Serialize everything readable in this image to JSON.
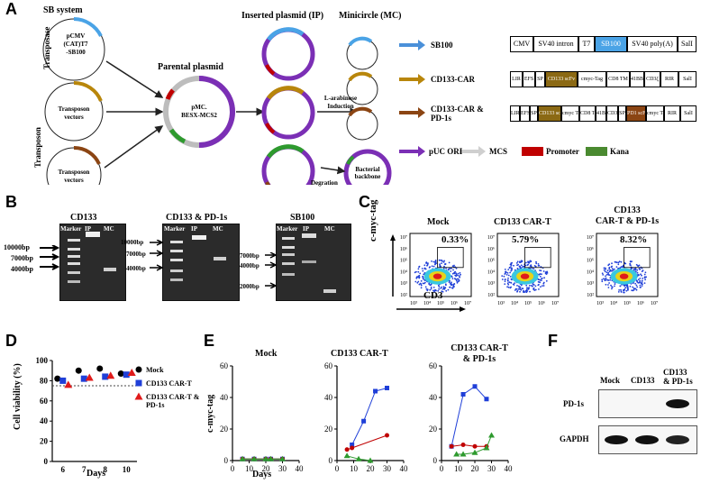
{
  "panel_letters": {
    "A": "A",
    "B": "B",
    "C": "C",
    "D": "D",
    "E": "E",
    "F": "F"
  },
  "panelA": {
    "sb_system": "SB system",
    "transposase": "Transposase",
    "transposon": "Transposon",
    "sb100_plasmid": [
      "pCMV",
      "(CAT)T7",
      "-SB100"
    ],
    "transposon_vectors": [
      "Transposon",
      "vectors"
    ],
    "parental_plasmid": "Parental plasmid",
    "parental_inner": [
      "pMC.",
      "BESX-MCS2"
    ],
    "inserted_plasmid": "Inserted plasmid (IP)",
    "minicircle": "Minicircle (MC)",
    "induction": [
      "L-arabinose",
      "Induction"
    ],
    "degration": "Degration",
    "bacterial_backbone": [
      "Bacterial",
      "backbone"
    ],
    "constructs": [
      {
        "name": "SB100",
        "color": "#4a90d9",
        "segments": [
          "CMV",
          "SV40 intron",
          "T7",
          "SB100",
          "SV40 poly(A)",
          "SalI"
        ]
      },
      {
        "name": "CD133-CAR",
        "color": "#b8860b",
        "segments": [
          "LIR",
          "EFS",
          "SP",
          "CD133 scFv",
          "cmyc-Tag",
          "CD8 TM",
          "41BB",
          "CD3ζ",
          "RIR",
          "SalI"
        ]
      },
      {
        "name": "CD133-CAR & PD-1s",
        "color": "#8b4513",
        "segments": [
          "LIR",
          "EFS",
          "SP",
          "CD133 scFv",
          "cmyc Tag",
          "CD8 TM",
          "41BB",
          "CD3ζ",
          "SP",
          "PD1 scFv",
          "cmyc Tag",
          "RIR",
          "SalI"
        ]
      }
    ],
    "legend": [
      {
        "label": "pUC ORI",
        "color": "#7b2fb5"
      },
      {
        "label": "MCS",
        "color": "#cfcfcf"
      },
      {
        "label": "Promoter",
        "color": "#c00000"
      },
      {
        "label": "Kana",
        "color": "#4a8a30"
      }
    ]
  },
  "panelB": {
    "gels": [
      {
        "title": "CD133",
        "lanes": [
          "Marker",
          "IP",
          "MC"
        ],
        "markers": [
          "10000bp",
          "7000bp",
          "4000bp"
        ]
      },
      {
        "title": "CD133 & PD-1s",
        "lanes": [
          "Marker",
          "IP",
          "MC"
        ],
        "markers": [
          "10000bp",
          "7000bp",
          "4000bp"
        ]
      },
      {
        "title": "SB100",
        "lanes": [
          "Marker",
          "IP",
          "MC"
        ],
        "markers": [
          "7000bp",
          "4000bp",
          "2000bp"
        ]
      }
    ]
  },
  "panelC": {
    "ylabel": "c-myc-tag",
    "xlabel": "CD3",
    "plots": [
      {
        "title": "Mock",
        "pct": "0.33%"
      },
      {
        "title": "CD133 CAR-T",
        "pct": "5.79%"
      },
      {
        "title": "CD133\nCAR-T & PD-1s",
        "pct": "8.32%"
      }
    ],
    "yticks": [
      "10⁷",
      "10⁶",
      "10⁵",
      "10⁴",
      "10³",
      "10²"
    ],
    "xticks": [
      "10³",
      "10⁴",
      "10⁵",
      "10⁶",
      "10⁷"
    ]
  },
  "chart_data": [
    {
      "type": "scatter",
      "panel": "D",
      "ylabel": "Cell viability (%)",
      "xlabel": "Days",
      "categories": [
        "6",
        "7",
        "8",
        "10"
      ],
      "ylim": [
        0,
        100
      ],
      "yticks": [
        0,
        20,
        40,
        60,
        80,
        100
      ],
      "series": [
        {
          "name": "Mock",
          "values": [
            82,
            90,
            92,
            87
          ],
          "color": "#000000",
          "marker": "circle"
        },
        {
          "name": "CD133 CAR-T",
          "values": [
            80,
            82,
            84,
            86
          ],
          "color": "#1f3fd8",
          "marker": "square"
        },
        {
          "name": "CD133 CAR-T & PD-1s",
          "values": [
            76,
            83,
            85,
            88
          ],
          "color": "#e01b1b",
          "marker": "triangle"
        }
      ]
    },
    {
      "type": "line",
      "panel": "E",
      "ylabel": "c-myc-tag",
      "xlabel": "Days",
      "ylim": [
        0,
        60
      ],
      "xlim": [
        0,
        40
      ],
      "plots": [
        {
          "title": "Mock",
          "series": [
            {
              "color": "#1f3fd8",
              "marker": "square",
              "x": [
                6,
                13,
                20,
                23,
                30
              ],
              "y": [
                1,
                1,
                1,
                1,
                1
              ]
            },
            {
              "color": "#c00000",
              "marker": "circle",
              "x": [
                6,
                13,
                20,
                23,
                30
              ],
              "y": [
                1,
                1,
                1,
                1,
                1
              ]
            },
            {
              "color": "#2e9a2e",
              "marker": "triangle",
              "x": [
                6,
                13,
                20,
                23,
                30
              ],
              "y": [
                1,
                1,
                1,
                1,
                1
              ]
            }
          ]
        },
        {
          "title": "CD133 CAR-T",
          "series": [
            {
              "color": "#1f3fd8",
              "marker": "square",
              "x": [
                9,
                16,
                23,
                30
              ],
              "y": [
                10,
                25,
                44,
                46
              ]
            },
            {
              "color": "#c00000",
              "marker": "circle",
              "x": [
                6,
                9,
                30
              ],
              "y": [
                7,
                8,
                16
              ]
            },
            {
              "color": "#2e9a2e",
              "marker": "triangle",
              "x": [
                6,
                13,
                20
              ],
              "y": [
                3,
                1,
                0
              ]
            }
          ]
        },
        {
          "title": "CD133 CAR-T\n& PD-1s",
          "series": [
            {
              "color": "#1f3fd8",
              "marker": "square",
              "x": [
                6,
                13,
                20,
                27
              ],
              "y": [
                9,
                42,
                47,
                39
              ]
            },
            {
              "color": "#c00000",
              "marker": "circle",
              "x": [
                6,
                13,
                20,
                27
              ],
              "y": [
                9,
                10,
                9,
                9
              ]
            },
            {
              "color": "#2e9a2e",
              "marker": "triangle",
              "x": [
                9,
                13,
                20,
                27,
                30
              ],
              "y": [
                4,
                4,
                5,
                8,
                16
              ]
            }
          ]
        }
      ]
    }
  ],
  "panelF": {
    "lanes": [
      "Mock",
      "CD133",
      "CD133\n& PD-1s"
    ],
    "rows": [
      "PD-1s",
      "GAPDH"
    ]
  }
}
